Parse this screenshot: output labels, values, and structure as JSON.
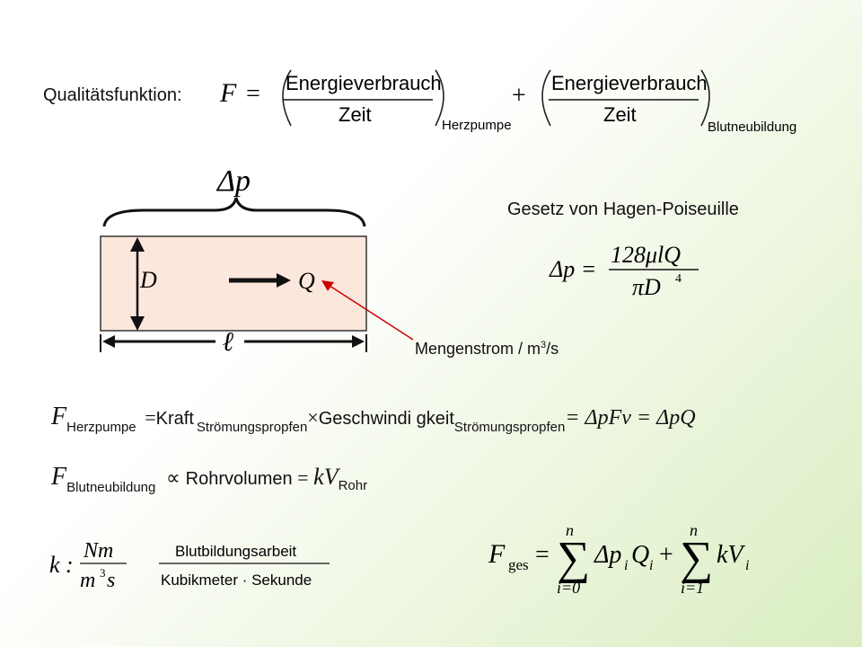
{
  "quality": {
    "label": "Qualitätsfunktion:",
    "F": "F",
    "eq": "=",
    "plus": "+",
    "num1": "Energieverbrauch",
    "den1": "Zeit",
    "sub1": "Herzpumpe",
    "num2": "Energieverbrauch",
    "den2": "Zeit",
    "sub2": "Blutneubildung"
  },
  "diagram": {
    "delta_p": "Δp",
    "D": "D",
    "Q": "Q",
    "length": "ℓ",
    "arrow_label_main": "Mengenstrom  /  m",
    "arrow_label_sup": "3",
    "arrow_label_tail": "/s",
    "colors": {
      "tube_fill": "#fbe7db",
      "pointer_line": "#cc0000"
    }
  },
  "hagen": {
    "title": "Gesetz von Hagen-Poiseuille",
    "lhs": "Δp =",
    "num": "128μlQ",
    "den": "πD",
    "den_sup": "4"
  },
  "herz_formula": {
    "F": "F",
    "F_sub": "Herzpumpe",
    "eq": "=",
    "kraft": "Kraft",
    "kraft_sub": "Strömungspropfen",
    "times": "×",
    "geschw": "Geschwindi gkeit",
    "geschw_sub": "Strömungspropfen",
    "rhs": "= ΔpFv = ΔpQ"
  },
  "blut_formula": {
    "F": "F",
    "F_sub": "Blutneubildung",
    "prop": "∝",
    "rohr": "Rohrvolumen",
    "eq": "=",
    "kV": "kV",
    "kV_sub": "Rohr"
  },
  "k_def": {
    "k": "k :",
    "num": "Nm",
    "den": "m",
    "den_sup": "3",
    "den_tail": "s",
    "word_num": "Blutbildungsarbeit",
    "word_den": "Kubikmeter · Sekunde"
  },
  "fges": {
    "F": "F",
    "F_sub": "ges",
    "eq": "=",
    "sum1_top": "n",
    "sum1_bot": "i=0",
    "term1": "Δp",
    "term1_sub": "i",
    "term1b": "Q",
    "term1b_sub": "i",
    "plus": "+",
    "sum2_top": "n",
    "sum2_bot": "i=1",
    "term2": "kV",
    "term2_sub": "i",
    "sigma": "∑"
  }
}
